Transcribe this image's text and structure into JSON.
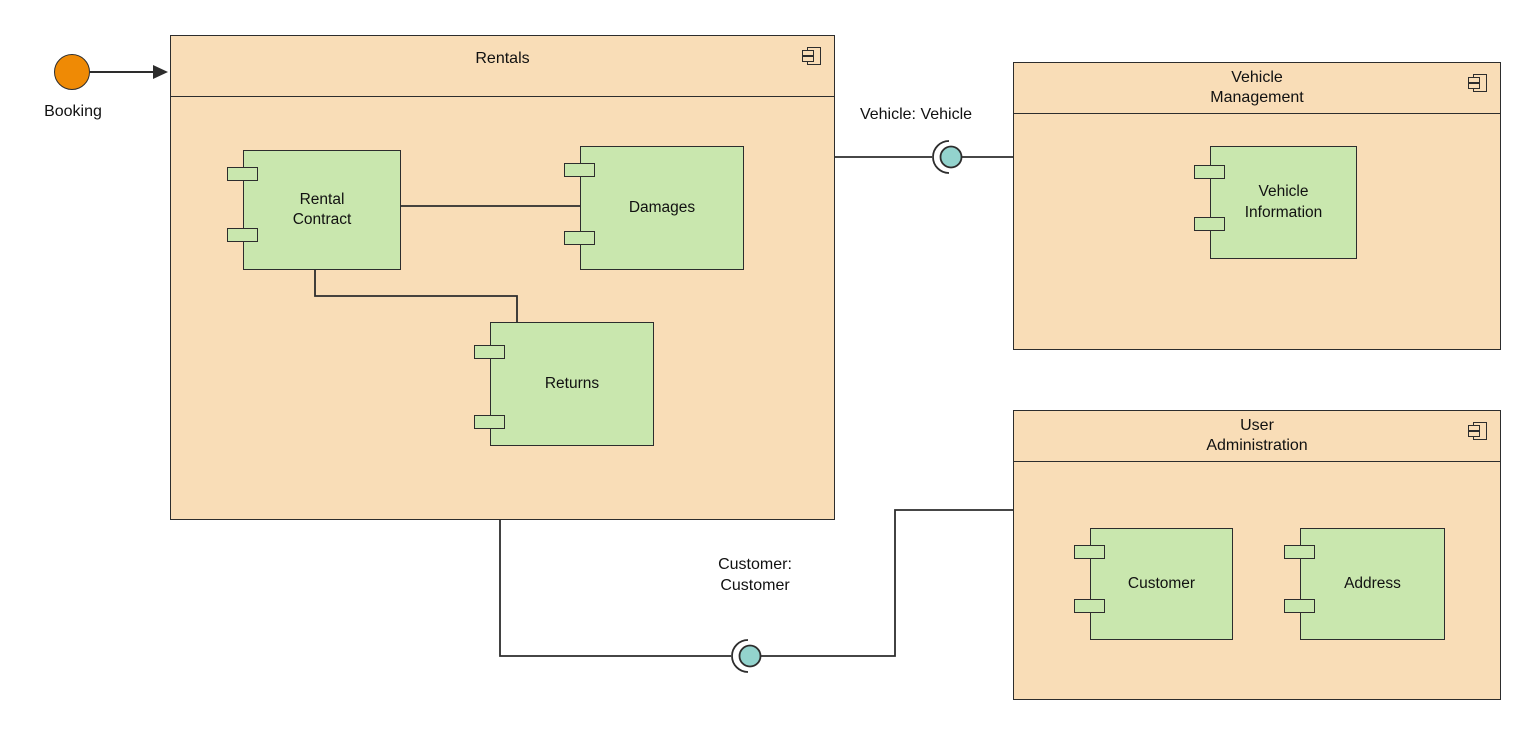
{
  "diagram": {
    "booking": {
      "label": "Booking"
    },
    "packages": {
      "rentals": {
        "title": "Rentals"
      },
      "vehicle_management": {
        "title": "Vehicle\nManagement"
      },
      "user_administration": {
        "title": "User\nAdministration"
      }
    },
    "components": {
      "rental_contract": {
        "label": "Rental\nContract"
      },
      "damages": {
        "label": "Damages"
      },
      "returns": {
        "label": "Returns"
      },
      "vehicle_information": {
        "label": "Vehicle\nInformation"
      },
      "customer": {
        "label": "Customer"
      },
      "address": {
        "label": "Address"
      }
    },
    "interfaces": {
      "vehicle": {
        "label": "Vehicle: Vehicle"
      },
      "customer": {
        "label": "Customer:\nCustomer"
      }
    },
    "colors": {
      "package_fill": "#f9ddb7",
      "component_fill": "#c9e7ae",
      "interface_fill": "#93d3cd",
      "start_fill": "#ef8a05",
      "stroke": "#2d2d2d",
      "background": "#ffffff"
    }
  }
}
